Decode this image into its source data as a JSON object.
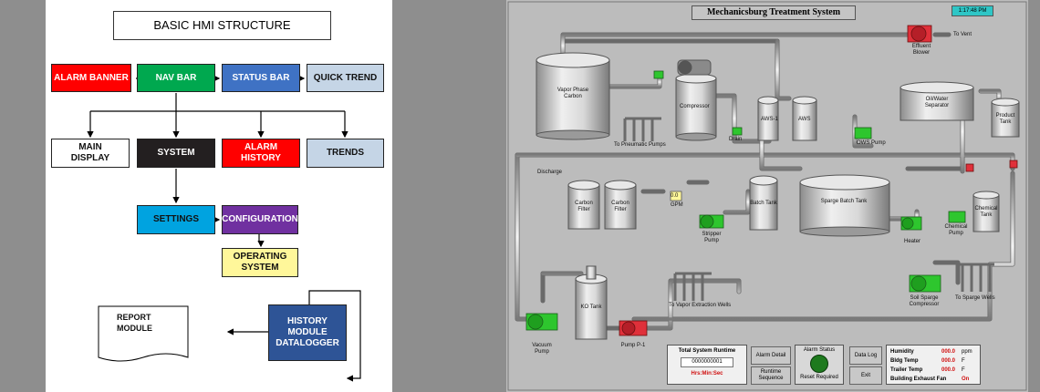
{
  "diagram": {
    "title": "BASIC HMI STRUCTURE",
    "boxes": {
      "alarm_banner": "ALARM BANNER",
      "nav_bar": "NAV BAR",
      "status_bar": "STATUS BAR",
      "quick_trend": "QUICK TREND",
      "main_display": "MAIN DISPLAY",
      "system": "SYSTEM",
      "alarm_history": "ALARM HISTORY",
      "trends": "TRENDS",
      "settings": "SETTINGS",
      "configuration": "CONFIGURATION",
      "operating_system": "OPERATING SYSTEM",
      "report_module": "REPORT MODULE",
      "history_module": "HISTORY MODULE DATALOGGER"
    },
    "colors": {
      "red": "#ff0000",
      "green": "#00a84f",
      "blue": "#3f72c4",
      "light_blue": "#c5d5e6",
      "black": "#231f20",
      "cyan": "#00a3e0",
      "purple": "#7030a0",
      "yellow": "#fff79a",
      "navy": "#2e5496"
    }
  },
  "hmi": {
    "title": "Mechanicsburg Treatment System",
    "clock": "1:17:48 PM",
    "labels": {
      "effluent_blower": "Effluent Blower",
      "to_vent": "To Vent",
      "vapor_phase_carbon": "Vapor Phase Carbon",
      "compressor": "Compressor",
      "to_pneumatic_pumps": "To Pneumatic Pumps",
      "drain": "Drain",
      "aws1": "AWS-1",
      "aws2": "AWS",
      "oil_water_separator": "Oil/Water Separator",
      "product_tank": "Product Tank",
      "ows_pump": "OWS Pump",
      "discharge": "Discharge",
      "carbon_filter_1": "Carbon Filter",
      "carbon_filter_2": "Carbon Filter",
      "flow_value": "0.0",
      "flow_unit": "GPM",
      "batch_tank": "Batch Tank",
      "sparge_batch_tank": "Sparge Batch Tank",
      "stripper_pump": "Stripper Pump",
      "heater": "Heater",
      "chemical_pump": "Chemical Pump",
      "chemical_tank": "Chemical Tank",
      "soil_sparge_compressor": "Soil Sparge Compressor",
      "to_sparge_wells": "To Sparge Wells",
      "to_vapor_extraction_wells": "To Vapor Extraction Wells",
      "vacuum_pump": "Vacuum Pump",
      "ko_tank": "KO Tank",
      "pump_p1": "Pump P-1"
    },
    "runtime_panel": {
      "title": "Total System Runtime",
      "value": "0000000001",
      "unit": "Hrs:Min:Sec"
    },
    "buttons": {
      "alarm_detail": "Alarm Detail",
      "runtime_sequence": "Runtime Sequence",
      "data_log": "Data Log",
      "exit": "Exit"
    },
    "alarm_status": {
      "title": "Alarm Status",
      "reset": "Reset Required"
    },
    "readouts": [
      {
        "label": "Humidity",
        "value": "000.0",
        "unit": "ppm"
      },
      {
        "label": "Bldg Temp",
        "value": "000.0",
        "unit": "F"
      },
      {
        "label": "Trailer Temp",
        "value": "000.0",
        "unit": "F"
      },
      {
        "label": "Building Exhaust Fan",
        "value": "",
        "unit": "On"
      }
    ],
    "colors": {
      "pipe": "#e4e4e4",
      "pipe_edge": "#6a6a6a",
      "pump_green": "#2ec62e",
      "pump_red": "#e0303a",
      "tank_light": "#efefef",
      "tank_dark": "#8c8c8c",
      "readout_red": "#d01010"
    }
  }
}
